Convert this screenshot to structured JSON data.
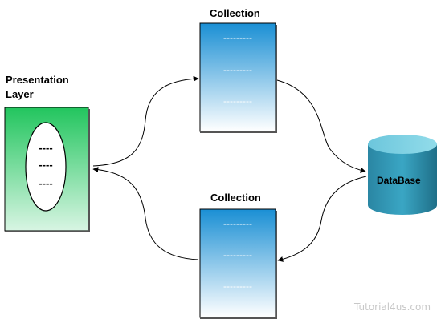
{
  "diagram": {
    "collection_top": {
      "title": "Collection",
      "lines": [
        "---------",
        "---------",
        "---------"
      ]
    },
    "collection_bottom": {
      "title": "Collection",
      "lines": [
        "---------",
        "---------",
        "---------"
      ]
    },
    "presentation": {
      "title_line1": "Presentation",
      "title_line2": "Layer",
      "lines": [
        "----",
        "----",
        "----"
      ]
    },
    "database": {
      "label": "DataBase"
    },
    "watermark": "Tutorial4us.com",
    "colors": {
      "collection_top": "#1a8fd4",
      "collection_bottom": "#ffffff",
      "presentation_top": "#22c55e",
      "presentation_bottom": "#d8f5e3",
      "database_body": "#2f93b0",
      "database_top": "#7fd0e4"
    }
  }
}
